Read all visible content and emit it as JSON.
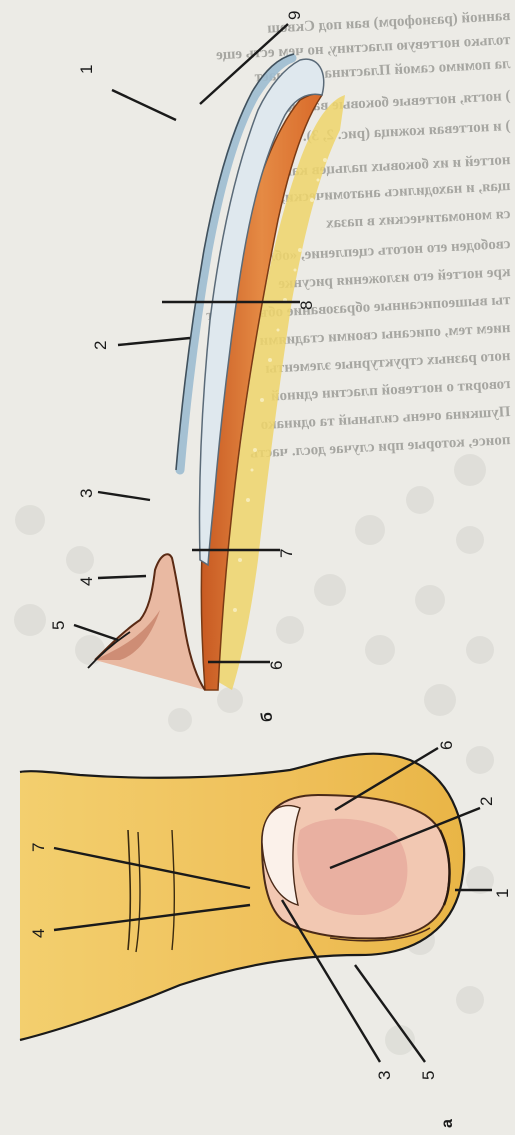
{
  "figure": {
    "panel_a": {
      "letter": "а",
      "labels": [
        {
          "id": "1",
          "text": "1"
        },
        {
          "id": "2",
          "text": "2"
        },
        {
          "id": "3",
          "text": "3"
        },
        {
          "id": "4",
          "text": "4"
        },
        {
          "id": "5",
          "text": "5"
        },
        {
          "id": "6",
          "text": "6"
        },
        {
          "id": "7",
          "text": "7"
        }
      ]
    },
    "panel_b": {
      "letter": "б",
      "labels": [
        {
          "id": "1",
          "text": "1"
        },
        {
          "id": "2",
          "text": "2"
        },
        {
          "id": "3",
          "text": "3"
        },
        {
          "id": "4",
          "text": "4"
        },
        {
          "id": "5",
          "text": "5"
        },
        {
          "id": "6",
          "text": "6"
        },
        {
          "id": "7",
          "text": "7"
        },
        {
          "id": "8",
          "text": "8"
        },
        {
          "id": "9",
          "text": "9"
        }
      ]
    }
  },
  "bleed_text": [
    "ванной (разноформ) ваи под Сквош",
    "только ногтевую пластину, но чем есть еще",
    "ла помимо самой Пластина включает",
    ") ногтя, ногтевые боковые валики (",
    ") и ногтевая кожица (рис. 2, 3).",
    "ногтей и их боковых пальцев как бы",
    "щая, и находились анатомически, это",
    "ся мономатических в пазах",
    "свободен его ноготь сцепление, «облик»",
    "кре ногтей его изложения рисунке",
    "ты вышеописанные образование объединяет",
    "нием тем, описаны своими стадиями",
    "ного разных структурные элементы",
    "говорят о ногтевой пластин единой",
    "Пушкина очень сильный та одинако",
    "поисе, которые при случае досл. часть"
  ],
  "colors": {
    "nail_plate": "#a8c4d6",
    "nail_bed": "#e07a3a",
    "skin": "#efc05a",
    "background": "#ecebe6"
  }
}
